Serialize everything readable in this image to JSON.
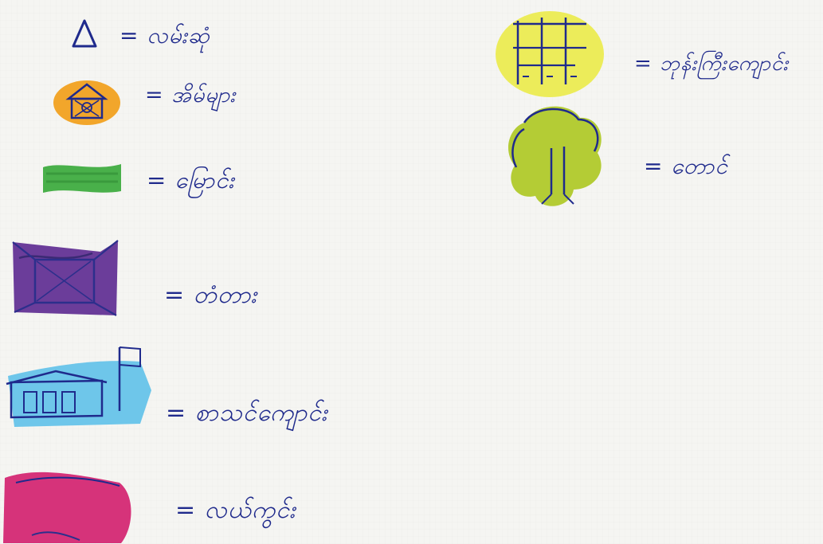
{
  "legend": {
    "items": [
      {
        "id": "triangle",
        "symbol": "triangle-icon",
        "label": "= လမ်းဆုံ",
        "color": "#1f2a8c"
      },
      {
        "id": "orange",
        "symbol": "house-orange-icon",
        "label": "= အိမ်များ",
        "color": "#f2a62b"
      },
      {
        "id": "green",
        "symbol": "green-stripe-icon",
        "label": "= မြောင်း",
        "color": "#49b04a"
      },
      {
        "id": "purple",
        "symbol": "purple-square-icon",
        "label": "= တံတား",
        "color": "#6b3d9a"
      },
      {
        "id": "blue",
        "symbol": "school-blue-icon",
        "label": "= စာသင်ကျောင်း",
        "color": "#6ec6ea"
      },
      {
        "id": "pink",
        "symbol": "pink-patch-icon",
        "label": "= လယ်ကွင်း",
        "color": "#d6337a"
      },
      {
        "id": "yellow",
        "symbol": "building-yellow-icon",
        "label": "= ဘုန်းကြီးကျောင်း",
        "color": "#ecec5a"
      },
      {
        "id": "tree",
        "symbol": "tree-icon",
        "label": "= တောင်",
        "color": "#b4cc35"
      }
    ]
  }
}
